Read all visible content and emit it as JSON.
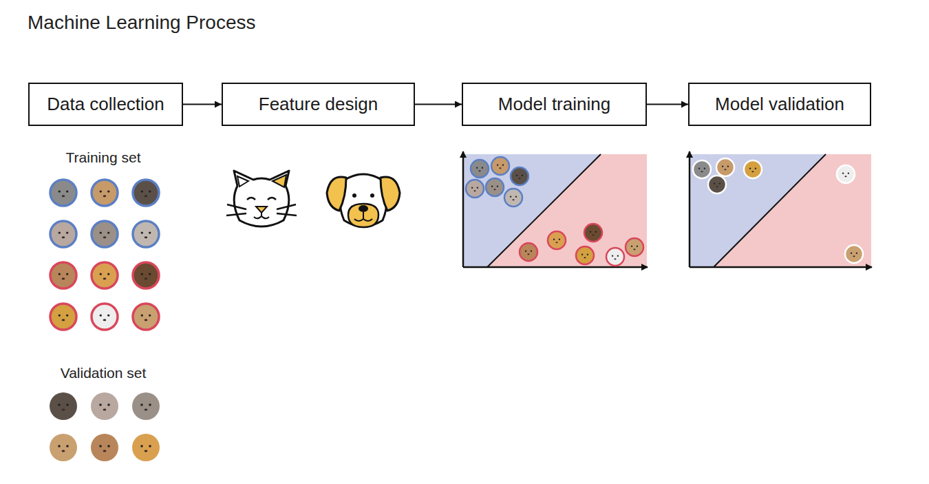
{
  "diagram": {
    "title": "Machine Learning Process",
    "nodes": [
      {
        "text": [
          "Data collection"
        ]
      },
      {
        "text": [
          "Feature design"
        ]
      },
      {
        "text": [
          "Model training"
        ]
      },
      {
        "text": [
          "Model validation"
        ]
      }
    ],
    "edges": [
      {
        "from": 0,
        "to": 1,
        "arrow": "to"
      },
      {
        "from": 1,
        "to": 2,
        "arrow": "to"
      },
      {
        "from": 2,
        "to": 3,
        "arrow": "to"
      }
    ],
    "labels": [
      "Training set",
      "Validation set"
    ]
  }
}
